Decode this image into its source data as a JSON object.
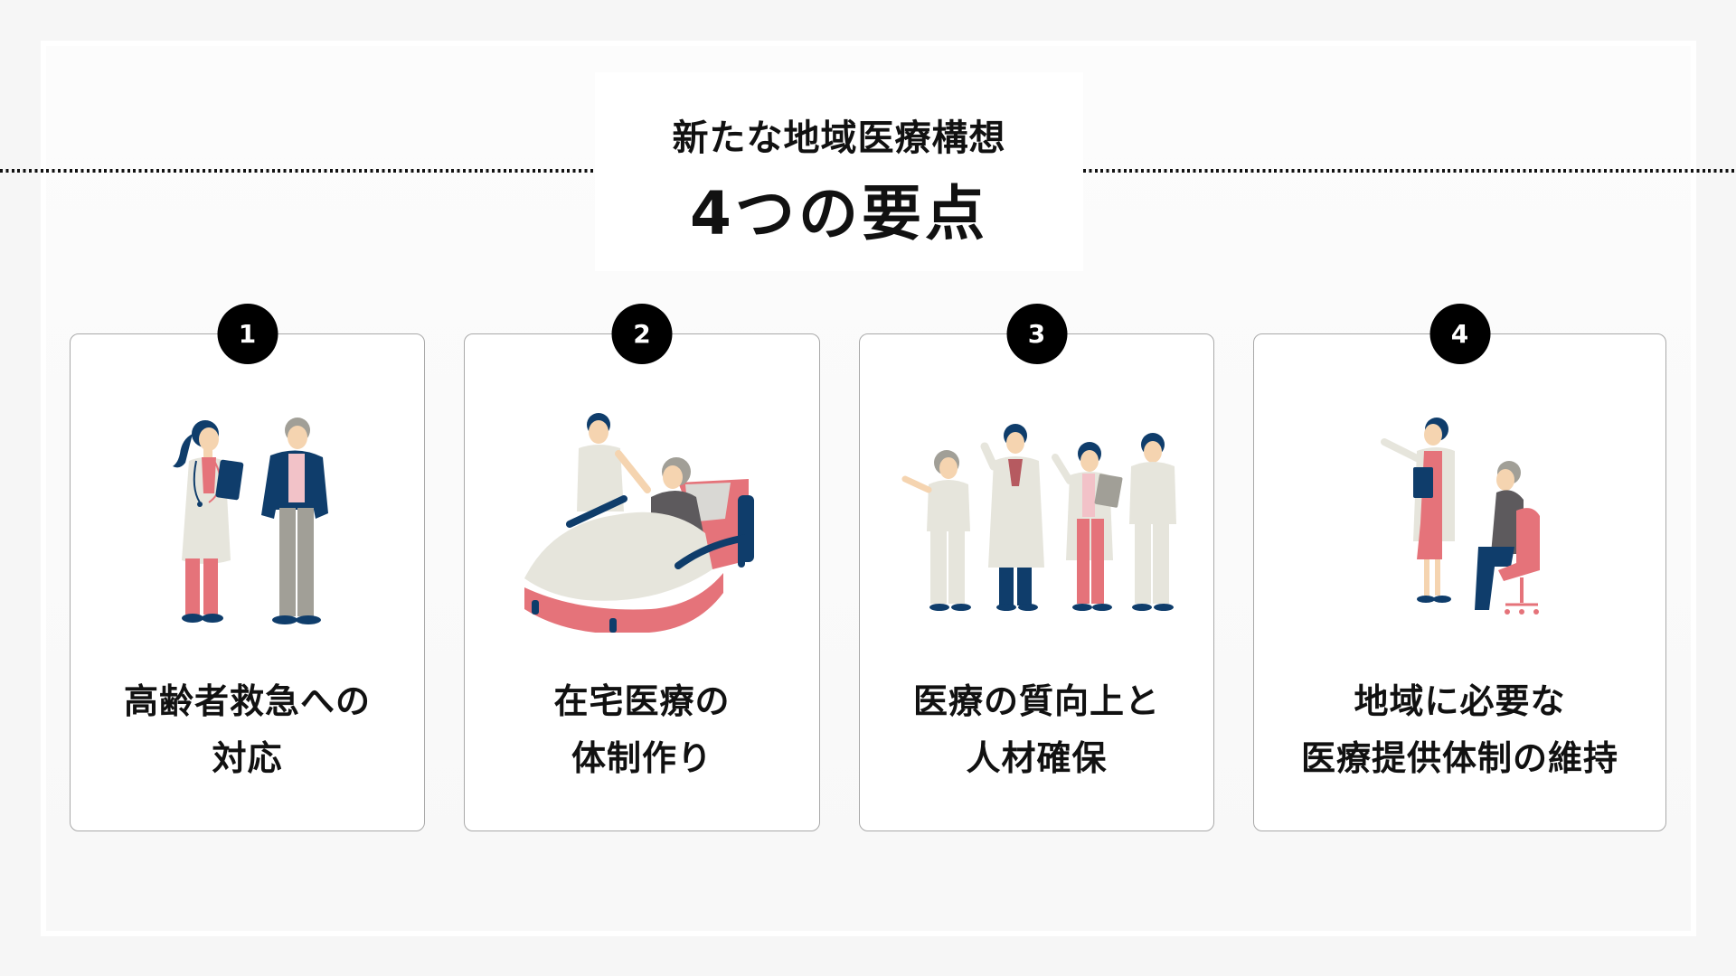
{
  "header": {
    "subtitle": "新たな地域医療構想",
    "title": "4つの要点"
  },
  "colors": {
    "background": "#f6f6f6",
    "card_border": "#a9a9a9",
    "badge": "#000000",
    "navy": "#0f3d6b",
    "coral": "#e5737a",
    "cream": "#e6e5dc",
    "gray": "#a19f97",
    "skin": "#f5d4b0"
  },
  "cards": [
    {
      "number": "1",
      "illustration": "doctor-with-elderly-man",
      "lines": [
        "高齢者救急への",
        "対応"
      ]
    },
    {
      "number": "2",
      "illustration": "home-care-patient-in-bed",
      "lines": [
        "在宅医療の",
        "体制作り"
      ]
    },
    {
      "number": "3",
      "illustration": "medical-staff-team",
      "lines": [
        "医療の質向上と",
        "人材確保"
      ]
    },
    {
      "number": "4",
      "illustration": "doctor-with-seated-patient",
      "lines": [
        "地域に必要な",
        "医療提供体制の維持"
      ]
    }
  ]
}
